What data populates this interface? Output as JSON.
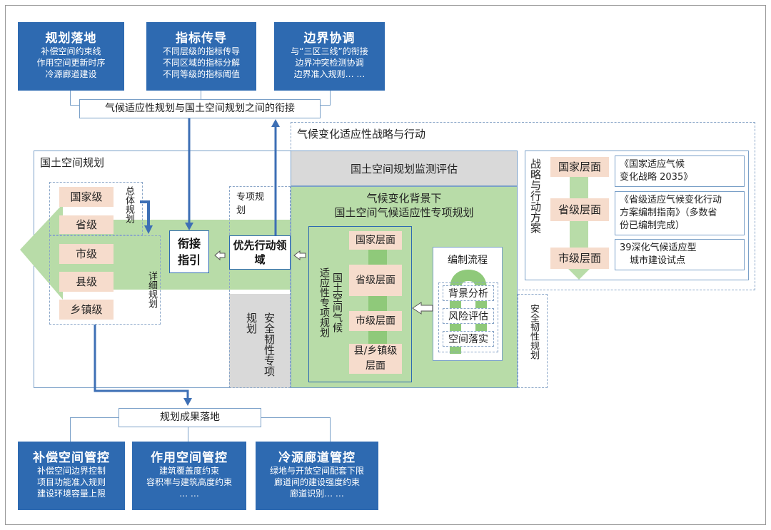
{
  "top_boxes": [
    {
      "title": "规划落地",
      "lines": [
        "补偿空间约束线",
        "作用空间更新时序",
        "冷源廊道建设"
      ]
    },
    {
      "title": "指标传导",
      "lines": [
        "不同层级的指标传导",
        "不同区域的指标分解",
        "不同等级的指标阈值"
      ]
    },
    {
      "title": "边界协调",
      "lines": [
        "与“三区三线”的衔接",
        "边界冲突检测协调",
        "边界准入规则… …"
      ]
    }
  ],
  "top_bar": "气候适应性规划与国土空间规划之间的衔接",
  "climate_strategy_label": "气候变化适应性战略与行动",
  "territorial_planning_label": "国土空间规划",
  "monitoring_label": "国土空间规划监测评估",
  "overall_planning_label": "总体规划",
  "detailed_planning_label": "详细规划",
  "levels": [
    "国家级",
    "省级",
    "市级",
    "县级",
    "乡镇级"
  ],
  "link_guide": "衔接指引",
  "priority_area": "优先行动领域",
  "special_planning_label": "专项规划",
  "safety_special": "安全韧性专项规划",
  "green_title": [
    "气候变化背景下",
    "国土空间气候适应性专项规划"
  ],
  "inner_vertical_1": "国土空间气候",
  "inner_vertical_2": "适应性专项规划",
  "inner_levels": [
    "国家层面",
    "省级层面",
    "市级层面",
    "县/乡镇级层面"
  ],
  "process_title": "编制流程",
  "process_steps": [
    "背景分析",
    "风险评估",
    "空间落实"
  ],
  "safety_resilience_label": "安全韧性规划",
  "strategy_vertical": "战略与行动方案",
  "strategy_levels": [
    "国家层面",
    "省级层面",
    "市级层面"
  ],
  "strategy_docs": [
    [
      "《国家适应气候",
      "变化战略 2035》"
    ],
    [
      "《省级适应气候变化行动",
      "方案编制指南》（多数省",
      "份已编制完成）"
    ],
    [
      "39深化气候适应型",
      "城市建设试点"
    ]
  ],
  "bottom_bar": "规划成果落地",
  "bottom_boxes": [
    {
      "title": "补偿空间管控",
      "lines": [
        "补偿空间边界控制",
        "项目功能准入规则",
        "建设环境容量上限"
      ]
    },
    {
      "title": "作用空间管控",
      "lines": [
        "建筑覆盖度约束",
        "容积率与建筑高度约束",
        "… …"
      ]
    },
    {
      "title": "冷源廊道管控",
      "lines": [
        "绿地与开放空间配套下限",
        "廊道间的建设强度约束",
        "廊道识别… …"
      ]
    }
  ],
  "colors": {
    "blue": "#2e6ab1",
    "green": "#b8dca8",
    "pink": "#f6dccc",
    "grey": "#d9d9d9"
  }
}
